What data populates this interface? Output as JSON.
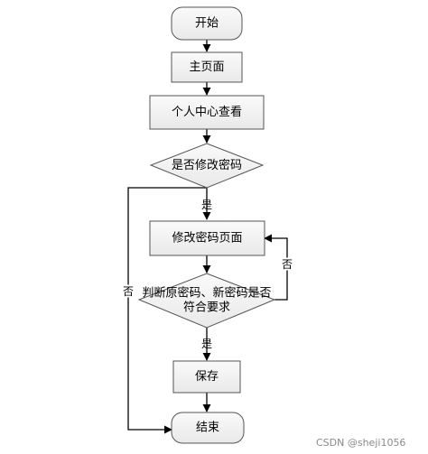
{
  "nodes": {
    "start": "开始",
    "main_page": "主页面",
    "personal_center": "个人中心查看",
    "change_pw_question": "是否修改密码",
    "change_pw_page": "修改密码页面",
    "check_line1": "判断原密码、新密码是否",
    "check_line2": "符合要求",
    "save": "保存",
    "end": "结束"
  },
  "edges": {
    "yes_1": "是",
    "no_1": "否",
    "no_2": "否",
    "yes_2": "是"
  },
  "watermark": "CSDN @sheji1056"
}
